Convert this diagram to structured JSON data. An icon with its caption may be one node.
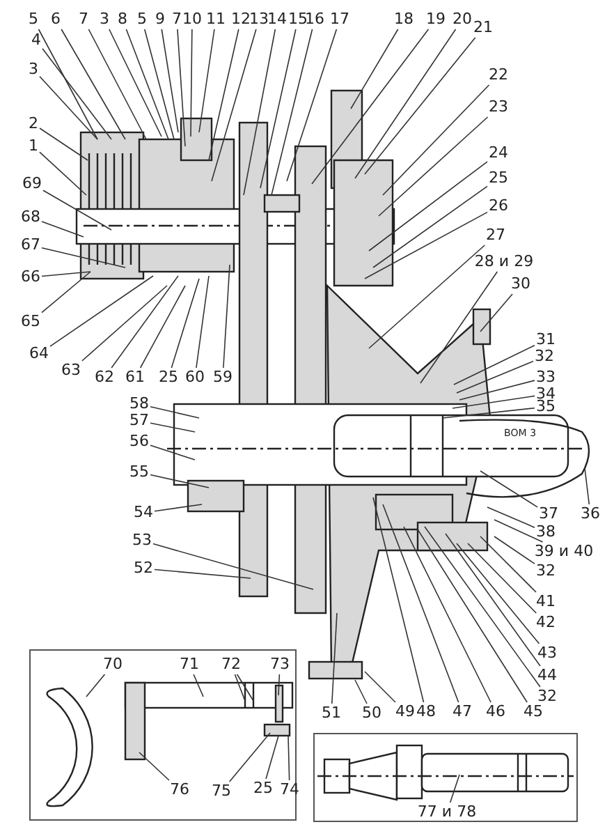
{
  "diagram": {
    "nodes": [
      {
        "text": [
          "5"
        ]
      },
      {
        "text": [
          "6"
        ]
      },
      {
        "text": [
          "7"
        ]
      },
      {
        "text": [
          "3"
        ]
      },
      {
        "text": [
          "8"
        ]
      },
      {
        "text": [
          "5"
        ]
      },
      {
        "text": [
          "9"
        ]
      },
      {
        "text": [
          "7"
        ]
      },
      {
        "text": [
          "10"
        ]
      },
      {
        "text": [
          "11"
        ]
      },
      {
        "text": [
          "12"
        ]
      },
      {
        "text": [
          "13"
        ]
      },
      {
        "text": [
          "14"
        ]
      },
      {
        "text": [
          "15"
        ]
      },
      {
        "text": [
          "16"
        ]
      },
      {
        "text": [
          "17"
        ]
      },
      {
        "text": [
          "18"
        ]
      },
      {
        "text": [
          "19"
        ]
      },
      {
        "text": [
          "20"
        ]
      },
      {
        "text": [
          "21"
        ]
      },
      {
        "text": [
          "4"
        ]
      },
      {
        "text": [
          "3"
        ]
      },
      {
        "text": [
          "2"
        ]
      },
      {
        "text": [
          "1"
        ]
      },
      {
        "text": [
          "69"
        ]
      },
      {
        "text": [
          "68"
        ]
      },
      {
        "text": [
          "67"
        ]
      },
      {
        "text": [
          "66"
        ]
      },
      {
        "text": [
          "65"
        ]
      },
      {
        "text": [
          "64"
        ]
      },
      {
        "text": [
          "63"
        ]
      },
      {
        "text": [
          "62"
        ]
      },
      {
        "text": [
          "61"
        ]
      },
      {
        "text": [
          "25"
        ]
      },
      {
        "text": [
          "60"
        ]
      },
      {
        "text": [
          "59"
        ]
      },
      {
        "text": [
          "22"
        ]
      },
      {
        "text": [
          "23"
        ]
      },
      {
        "text": [
          "24"
        ]
      },
      {
        "text": [
          "25"
        ]
      },
      {
        "text": [
          "26"
        ]
      },
      {
        "text": [
          "27"
        ]
      },
      {
        "text": [
          "28 и 29"
        ]
      },
      {
        "text": [
          "30"
        ]
      },
      {
        "text": [
          "31"
        ]
      },
      {
        "text": [
          "32"
        ]
      },
      {
        "text": [
          "33"
        ]
      },
      {
        "text": [
          "34"
        ]
      },
      {
        "text": [
          "35"
        ]
      },
      {
        "text": [
          "36"
        ]
      },
      {
        "text": [
          "37"
        ]
      },
      {
        "text": [
          "38"
        ]
      },
      {
        "text": [
          "39 и 40"
        ]
      },
      {
        "text": [
          "32"
        ]
      },
      {
        "text": [
          "41"
        ]
      },
      {
        "text": [
          "42"
        ]
      },
      {
        "text": [
          "43"
        ]
      },
      {
        "text": [
          "44"
        ]
      },
      {
        "text": [
          "32"
        ]
      },
      {
        "text": [
          "45"
        ]
      },
      {
        "text": [
          "46"
        ]
      },
      {
        "text": [
          "47"
        ]
      },
      {
        "text": [
          "48"
        ]
      },
      {
        "text": [
          "49"
        ]
      },
      {
        "text": [
          "50"
        ]
      },
      {
        "text": [
          "51"
        ]
      },
      {
        "text": [
          "58"
        ]
      },
      {
        "text": [
          "57"
        ]
      },
      {
        "text": [
          "56"
        ]
      },
      {
        "text": [
          "55"
        ]
      },
      {
        "text": [
          "54"
        ]
      },
      {
        "text": [
          "53"
        ]
      },
      {
        "text": [
          "52"
        ]
      },
      {
        "text": [],
        "shape": "box"
      },
      {
        "text": [
          "70"
        ],
        "in": 73
      },
      {
        "text": [
          "71"
        ],
        "in": 73
      },
      {
        "text": [
          "72"
        ],
        "in": 73
      },
      {
        "text": [
          "73"
        ],
        "in": 73
      },
      {
        "text": [
          "76"
        ],
        "in": 73
      },
      {
        "text": [
          "75"
        ],
        "in": 73
      },
      {
        "text": [
          "25"
        ],
        "in": 73
      },
      {
        "text": [
          "74"
        ],
        "in": 73
      },
      {
        "text": [],
        "shape": "box"
      },
      {
        "text": [
          "77 и 78"
        ],
        "in": 82
      }
    ],
    "edges": [
      {
        "from": 0,
        "to": null,
        "arrow": "none"
      },
      {
        "from": 1,
        "to": null,
        "arrow": "none"
      },
      {
        "from": 2,
        "to": null,
        "arrow": "none"
      },
      {
        "from": 3,
        "to": null,
        "arrow": "none"
      },
      {
        "from": 4,
        "to": null,
        "arrow": "none"
      },
      {
        "from": 5,
        "to": null,
        "arrow": "none"
      },
      {
        "from": 6,
        "to": null,
        "arrow": "none"
      },
      {
        "from": 7,
        "to": null,
        "arrow": "none"
      },
      {
        "from": 8,
        "to": null,
        "arrow": "none"
      },
      {
        "from": 9,
        "to": null,
        "arrow": "none"
      },
      {
        "from": 10,
        "to": null,
        "arrow": "none"
      },
      {
        "from": 11,
        "to": null,
        "arrow": "none"
      },
      {
        "from": 12,
        "to": null,
        "arrow": "none"
      },
      {
        "from": 13,
        "to": null,
        "arrow": "none"
      },
      {
        "from": 14,
        "to": null,
        "arrow": "none"
      },
      {
        "from": 15,
        "to": null,
        "arrow": "none"
      },
      {
        "from": 16,
        "to": null,
        "arrow": "none"
      },
      {
        "from": 17,
        "to": null,
        "arrow": "none"
      },
      {
        "from": 18,
        "to": null,
        "arrow": "none"
      },
      {
        "from": 19,
        "to": null,
        "arrow": "none"
      },
      {
        "from": 20,
        "to": null,
        "arrow": "none"
      },
      {
        "from": 21,
        "to": null,
        "arrow": "none"
      },
      {
        "from": 22,
        "to": null,
        "arrow": "none"
      },
      {
        "from": 23,
        "to": null,
        "arrow": "none"
      },
      {
        "from": 24,
        "to": null,
        "arrow": "none"
      },
      {
        "from": 25,
        "to": null,
        "arrow": "none"
      },
      {
        "from": 26,
        "to": null,
        "arrow": "none"
      },
      {
        "from": 27,
        "to": null,
        "arrow": "none"
      },
      {
        "from": 28,
        "to": null,
        "arrow": "none"
      },
      {
        "from": 29,
        "to": null,
        "arrow": "none"
      },
      {
        "from": 30,
        "to": null,
        "arrow": "none"
      },
      {
        "from": 31,
        "to": null,
        "arrow": "none"
      },
      {
        "from": 32,
        "to": null,
        "arrow": "none"
      },
      {
        "from": 33,
        "to": null,
        "arrow": "none"
      },
      {
        "from": 34,
        "to": null,
        "arrow": "none"
      },
      {
        "from": 35,
        "to": null,
        "arrow": "none"
      },
      {
        "from": 36,
        "to": null,
        "arrow": "none"
      },
      {
        "from": 37,
        "to": null,
        "arrow": "none"
      },
      {
        "from": 38,
        "to": null,
        "arrow": "none"
      },
      {
        "from": 39,
        "to": null,
        "arrow": "none"
      },
      {
        "from": 40,
        "to": null,
        "arrow": "none"
      },
      {
        "from": 41,
        "to": null,
        "arrow": "none"
      },
      {
        "from": 42,
        "to": null,
        "arrow": "none"
      },
      {
        "from": 43,
        "to": null,
        "arrow": "none"
      },
      {
        "from": 44,
        "to": null,
        "arrow": "none"
      },
      {
        "from": 45,
        "to": null,
        "arrow": "none"
      },
      {
        "from": 46,
        "to": null,
        "arrow": "none"
      },
      {
        "from": 47,
        "to": null,
        "arrow": "none"
      },
      {
        "from": 48,
        "to": null,
        "arrow": "none"
      },
      {
        "from": 49,
        "to": null,
        "arrow": "none"
      },
      {
        "from": 50,
        "to": null,
        "arrow": "none"
      },
      {
        "from": 51,
        "to": null,
        "arrow": "none"
      },
      {
        "from": 52,
        "to": null,
        "arrow": "none"
      },
      {
        "from": 53,
        "to": null,
        "arrow": "none"
      },
      {
        "from": 54,
        "to": null,
        "arrow": "none"
      },
      {
        "from": 55,
        "to": null,
        "arrow": "none"
      },
      {
        "from": 56,
        "to": null,
        "arrow": "none"
      },
      {
        "from": 57,
        "to": null,
        "arrow": "none"
      },
      {
        "from": 58,
        "to": null,
        "arrow": "none"
      },
      {
        "from": 59,
        "to": null,
        "arrow": "none"
      },
      {
        "from": 60,
        "to": null,
        "arrow": "none"
      },
      {
        "from": 61,
        "to": null,
        "arrow": "none"
      },
      {
        "from": 62,
        "to": null,
        "arrow": "none"
      },
      {
        "from": 63,
        "to": null,
        "arrow": "none"
      },
      {
        "from": 64,
        "to": null,
        "arrow": "none"
      },
      {
        "from": 65,
        "to": null,
        "arrow": "none"
      },
      {
        "from": 66,
        "to": null,
        "arrow": "none"
      },
      {
        "from": 67,
        "to": null,
        "arrow": "none"
      },
      {
        "from": 68,
        "to": null,
        "arrow": "none"
      },
      {
        "from": 69,
        "to": null,
        "arrow": "none"
      },
      {
        "from": 70,
        "to": null,
        "arrow": "none"
      },
      {
        "from": 71,
        "to": null,
        "arrow": "none"
      },
      {
        "from": 72,
        "to": null,
        "arrow": "none"
      },
      {
        "from": 74,
        "to": null,
        "arrow": "none"
      },
      {
        "from": 75,
        "to": null,
        "arrow": "none"
      },
      {
        "from": 76,
        "to": null,
        "arrow": "none"
      },
      {
        "from": 76,
        "to": null,
        "arrow": "none"
      },
      {
        "from": 77,
        "to": null,
        "arrow": "none"
      },
      {
        "from": 78,
        "to": null,
        "arrow": "none"
      },
      {
        "from": 79,
        "to": null,
        "arrow": "none"
      },
      {
        "from": 80,
        "to": null,
        "arrow": "none"
      },
      {
        "from": 81,
        "to": null,
        "arrow": "none"
      },
      {
        "from": 83,
        "to": null,
        "arrow": "none"
      }
    ],
    "labels": [
      "ВОМ 3"
    ]
  }
}
